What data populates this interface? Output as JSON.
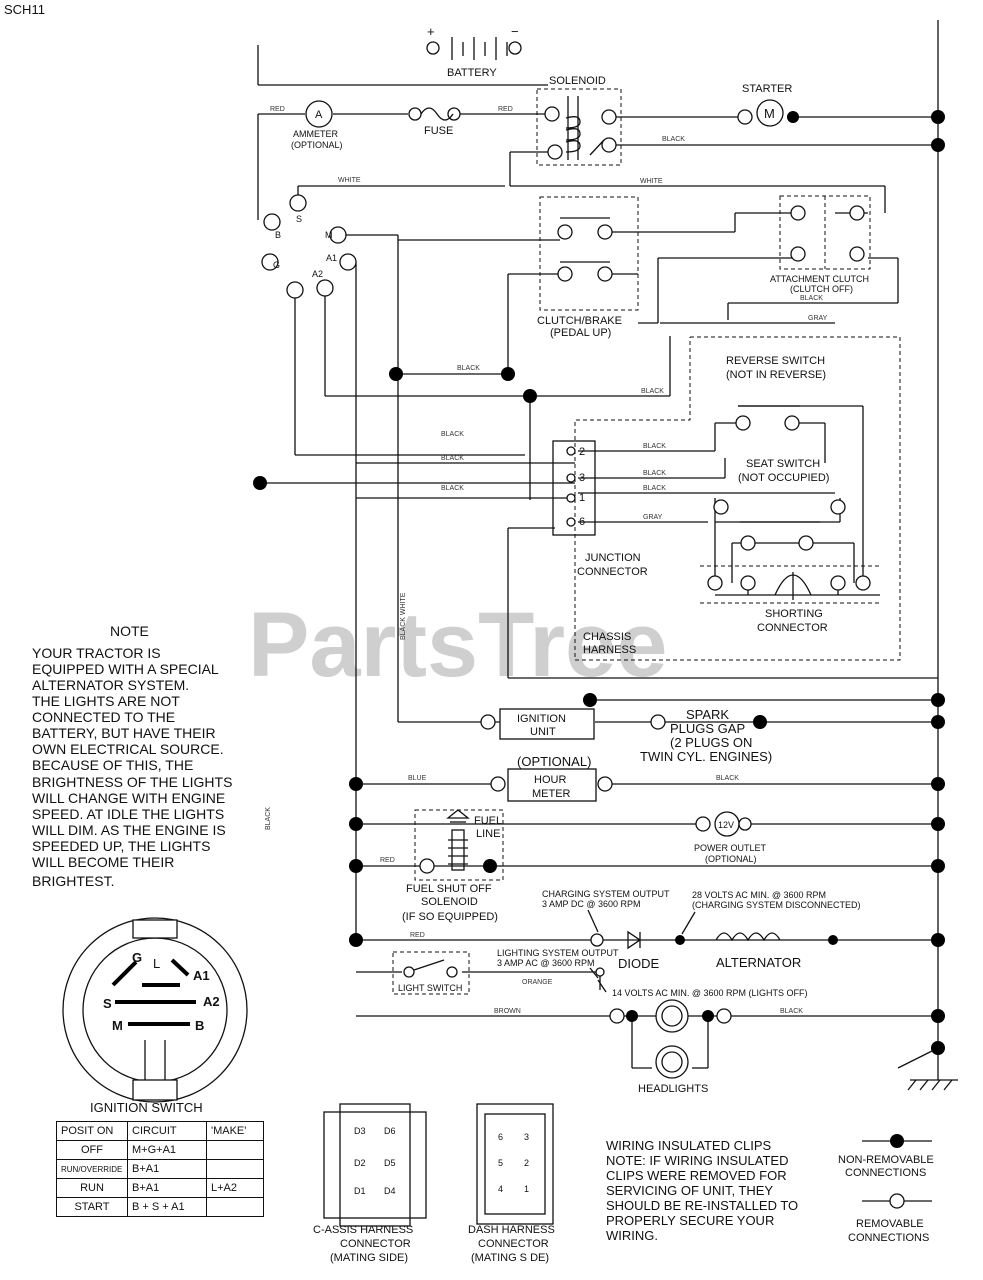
{
  "page_id": "SCH11",
  "watermark": "PartsTree",
  "components": {
    "battery": "BATTERY",
    "battery_plus": "+",
    "battery_minus": "−",
    "solenoid": "SOLENOID",
    "starter": "STARTER",
    "starter_symbol": "M",
    "ammeter_symbol": "A",
    "ammeter": "AMMETER",
    "ammeter_sub": "(OPTIONAL)",
    "fuse": "FUSE",
    "clutch_brake": "CLUTCH/BRAKE",
    "clutch_brake_sub": "(PEDAL UP)",
    "attachment_clutch": "ATTACHMENT CLUTCH",
    "attachment_clutch_sub": "(CLUTCH OFF)",
    "reverse_switch": "REVERSE SWITCH",
    "reverse_switch_sub": "(NOT IN REVERSE)",
    "seat_switch": "SEAT SWITCH",
    "seat_switch_sub": "(NOT OCCUPIED)",
    "junction_connector_1": "JUNCTION",
    "junction_connector_2": "CONNECTOR",
    "shorting_connector_1": "SHORTING",
    "shorting_connector_2": "CONNECTOR",
    "chassis_harness_1": "CHASSIS",
    "chassis_harness_2": "HARNESS",
    "ignition_unit_1": "IGNITION",
    "ignition_unit_2": "UNIT",
    "spark_1": "SPARK",
    "spark_2": "PLUGS GAP",
    "spark_3": "(2 PLUGS ON",
    "spark_4": "TWIN CYL. ENGINES)",
    "hour_meter_opt": "(OPTIONAL)",
    "hour_meter_1": "HOUR",
    "hour_meter_2": "METER",
    "fuel_line_1": "FUEL",
    "fuel_line_2": "LINE",
    "power_outlet_symbol": "12V",
    "power_outlet": "POWER OUTLET",
    "power_outlet_sub": "(OPTIONAL)",
    "fuel_shutoff_1": "FUEL SHUT OFF",
    "fuel_shutoff_2": "SOLENOID",
    "fuel_shutoff_3": "(IF SO EQUIPPED)",
    "charging_1": "CHARGING SYSTEM OUTPUT",
    "charging_2": "3 AMP DC @ 3600 RPM",
    "volts28_1": "28 VOLTS AC MIN. @ 3600 RPM",
    "volts28_2": "(CHARGING SYSTEM DISCONNECTED)",
    "diode": "DIODE",
    "alternator": "ALTERNATOR",
    "lighting_1": "LIGHTING SYSTEM OUTPUT",
    "lighting_2": "3 AMP AC @ 3600 RPM",
    "light_switch": "LIGHT SWITCH",
    "volts14": "14 VOLTS AC MIN. @ 3600 RPM (LIGHTS OFF)",
    "headlights": "HEADLIGHTS"
  },
  "wire_colors": {
    "red": "RED",
    "white": "WHITE",
    "black": "BLACK",
    "gray": "GRAY",
    "blue": "BLUE",
    "orange": "ORANGE",
    "brown": "BROWN",
    "black_white": "BLACK WHITE"
  },
  "ignition_terminals": {
    "s": "S",
    "b": "B",
    "g": "G",
    "m": "M",
    "a1": "A1",
    "a2": "A2"
  },
  "junction_pins": {
    "p2": "2",
    "p3": "3",
    "p1": "1",
    "p6": "6"
  },
  "note": {
    "title": "NOTE",
    "lines": [
      "YOUR TRACTOR IS",
      "EQUIPPED WITH A SPECIAL",
      "ALTERNATOR SYSTEM.",
      "THE LIGHTS ARE NOT",
      "CONNECTED TO THE",
      "BATTERY, BUT HAVE THEIR",
      "OWN ELECTRICAL SOURCE.",
      "BECAUSE OF THIS, THE",
      "BRIGHTNESS OF THE LIGHTS",
      "WILL CHANGE WITH ENGINE",
      "SPEED.  AT IDLE THE LIGHTS",
      "WILL DIM.  AS THE ENGINE IS",
      "SPEEDED UP, THE LIGHTS",
      "WILL BECOME THEIR",
      "BRIGHTEST."
    ]
  },
  "ignition_switch": {
    "title": "IGNITION SWITCH",
    "letters": {
      "g": "G",
      "l": "L",
      "a1": "A1",
      "s": "S",
      "a2": "A2",
      "m": "M",
      "b": "B"
    },
    "headers": [
      "POSIT ON",
      "CIRCUIT",
      "'MAKE'"
    ],
    "rows": [
      [
        "OFF",
        "M+G+A1",
        ""
      ],
      [
        "RUN/OVERRIDE",
        "B+A1",
        ""
      ],
      [
        "RUN",
        "B+A1",
        "L+A2"
      ],
      [
        "START",
        "B + S + A1",
        ""
      ]
    ]
  },
  "chassis_connector": {
    "pins": [
      "D3",
      "D6",
      "D2",
      "D5",
      "D1",
      "D4"
    ],
    "label_1": "C-ASSIS HARNESS",
    "label_2": "CONNECTOR",
    "label_3": "(MATING SIDE)"
  },
  "dash_connector": {
    "pins": [
      "6",
      "3",
      "5",
      "2",
      "4",
      "1"
    ],
    "label_1": "DASH HARNESS",
    "label_2": "CONNECTOR",
    "label_3": "(MATING S DE)"
  },
  "clips_note": [
    "WIRING INSULATED CLIPS",
    "NOTE: IF WIRING INSULATED",
    "CLIPS WERE REMOVED FOR",
    "SERVICING OF UNIT, THEY",
    "SHOULD BE RE-INSTALLED TO",
    "PROPERLY SECURE YOUR",
    "WIRING."
  ],
  "legend": {
    "non_removable_1": "NON-REMOVABLE",
    "non_removable_2": "CONNECTIONS",
    "removable_1": "REMOVABLE",
    "removable_2": "CONNECTIONS"
  }
}
